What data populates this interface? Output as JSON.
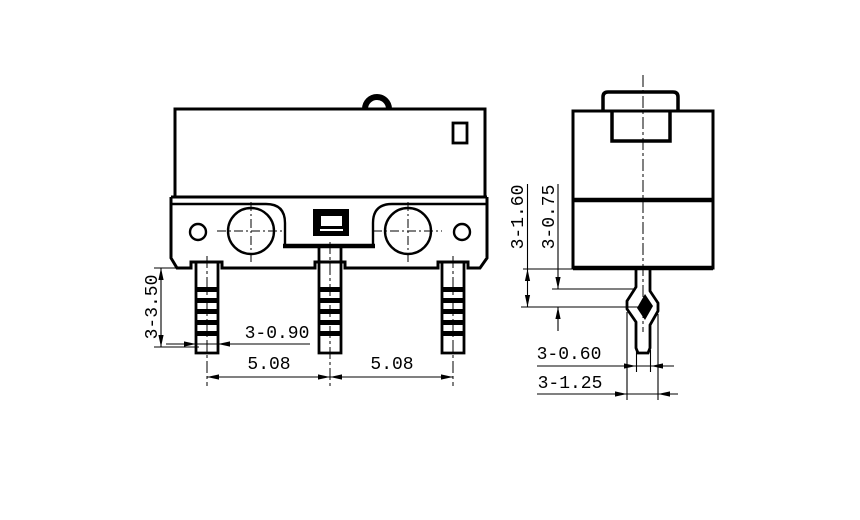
{
  "drawing": {
    "background_color": "#ffffff",
    "line_color": "#000000",
    "front_view": {
      "dim_pin_length": "3-3.50",
      "dim_pin_width": "3-0.90",
      "dim_pitch_left": "5.08",
      "dim_pitch_right": "5.08"
    },
    "side_view": {
      "dim_pin_to_kink": "3-1.60",
      "dim_kink_offset": "3-0.75",
      "dim_pin_thickness": "3-0.60",
      "dim_kink_width": "3-1.25"
    }
  }
}
